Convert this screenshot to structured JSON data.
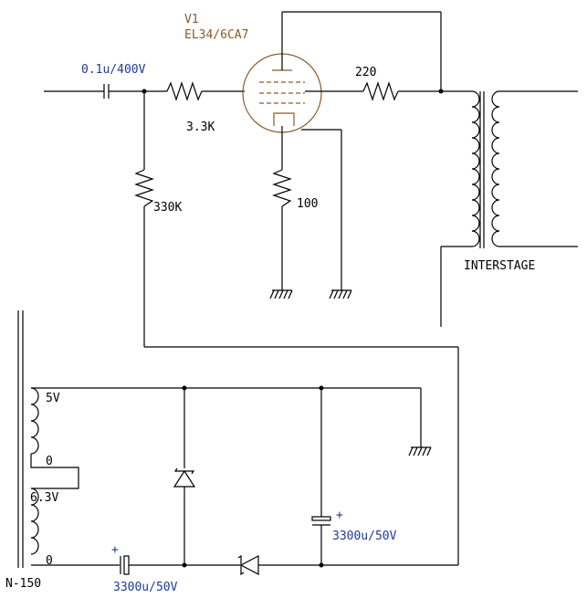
{
  "tube": {
    "ref": "V1",
    "type": "EL34/6CA7"
  },
  "input_cap": {
    "value": "0.1u/400V"
  },
  "grid_stopper": {
    "value": "3.3K"
  },
  "grid_leak": {
    "value": "330K"
  },
  "cathode_resistor": {
    "value": "100"
  },
  "screen_resistor": {
    "value": "220"
  },
  "interstage": {
    "label": "INTERSTAGE"
  },
  "bias_transformer": {
    "label": "N-150",
    "taps": [
      "5V",
      "0",
      "6.3V",
      "0"
    ]
  },
  "cap_series": {
    "value": "3300u/50V",
    "plus": "+"
  },
  "cap_filter": {
    "value": "3300u/50V",
    "plus": "+"
  },
  "colors": {
    "tube": "#8a5a2b",
    "value_text": "#1f3a9a",
    "wire": "#000000"
  }
}
